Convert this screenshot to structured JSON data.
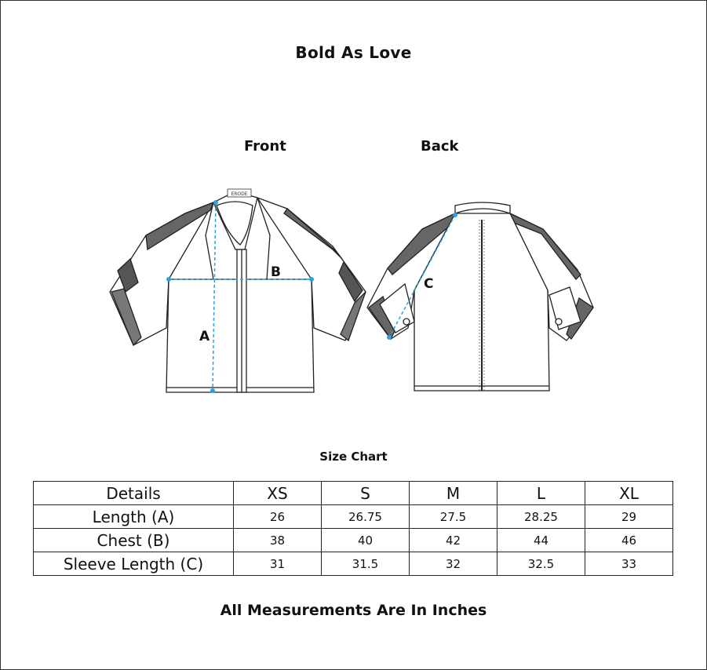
{
  "title": "Bold As Love",
  "views": {
    "front": "Front",
    "back": "Back"
  },
  "garment": {
    "brand_tag": "ERODE",
    "measure_labels": {
      "a": "A",
      "b": "B",
      "c": "C"
    },
    "dash_color": "#29a3e0"
  },
  "size_chart": {
    "heading": "Size Chart",
    "columns": [
      "Details",
      "XS",
      "S",
      "M",
      "L",
      "XL"
    ],
    "rows": [
      {
        "label": "Length (A)",
        "values": [
          "26",
          "26.75",
          "27.5",
          "28.25",
          "29"
        ]
      },
      {
        "label": "Chest (B)",
        "values": [
          "38",
          "40",
          "42",
          "44",
          "46"
        ]
      },
      {
        "label": "Sleeve Length (C)",
        "values": [
          "31",
          "31.5",
          "32",
          "32.5",
          "33"
        ]
      }
    ]
  },
  "footer": "All Measurements Are In Inches"
}
